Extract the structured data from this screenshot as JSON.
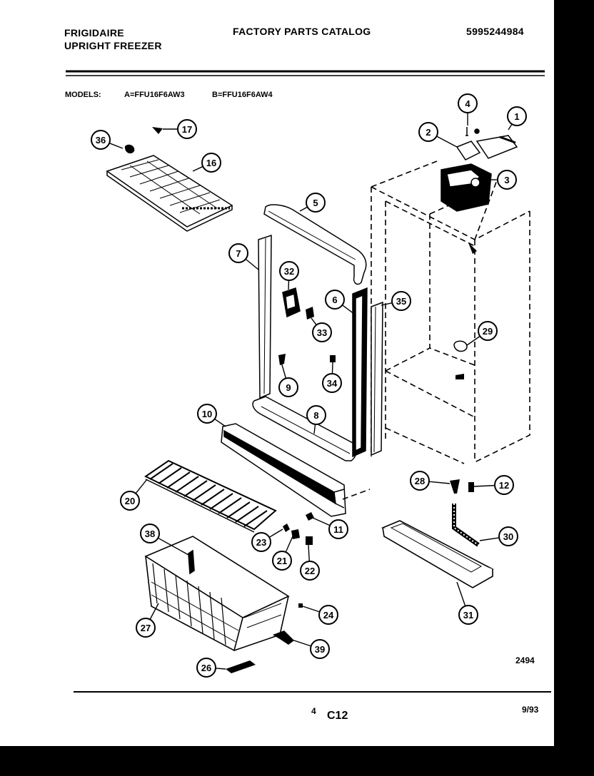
{
  "header": {
    "brand": "FRIGIDAIRE",
    "product": "UPRIGHT FREEZER",
    "catalog": "FACTORY PARTS CATALOG",
    "doc_number": "5995244984"
  },
  "models": {
    "label": "MODELS:",
    "model_a": "A=FFU16F6AW3",
    "model_b": "B=FFU16F6AW4"
  },
  "diagram": {
    "code": "2494",
    "callouts": [
      "1",
      "2",
      "3",
      "4",
      "5",
      "6",
      "7",
      "8",
      "9",
      "10",
      "11",
      "12",
      "16",
      "17",
      "20",
      "21",
      "22",
      "23",
      "24",
      "26",
      "27",
      "28",
      "29",
      "30",
      "31",
      "32",
      "33",
      "34",
      "35",
      "36",
      "38",
      "39"
    ]
  },
  "footer": {
    "page_number": "4",
    "section": "C12",
    "date": "9/93"
  },
  "colors": {
    "ink": "#000000",
    "paper": "#ffffff",
    "scan_edge": "#000000"
  }
}
